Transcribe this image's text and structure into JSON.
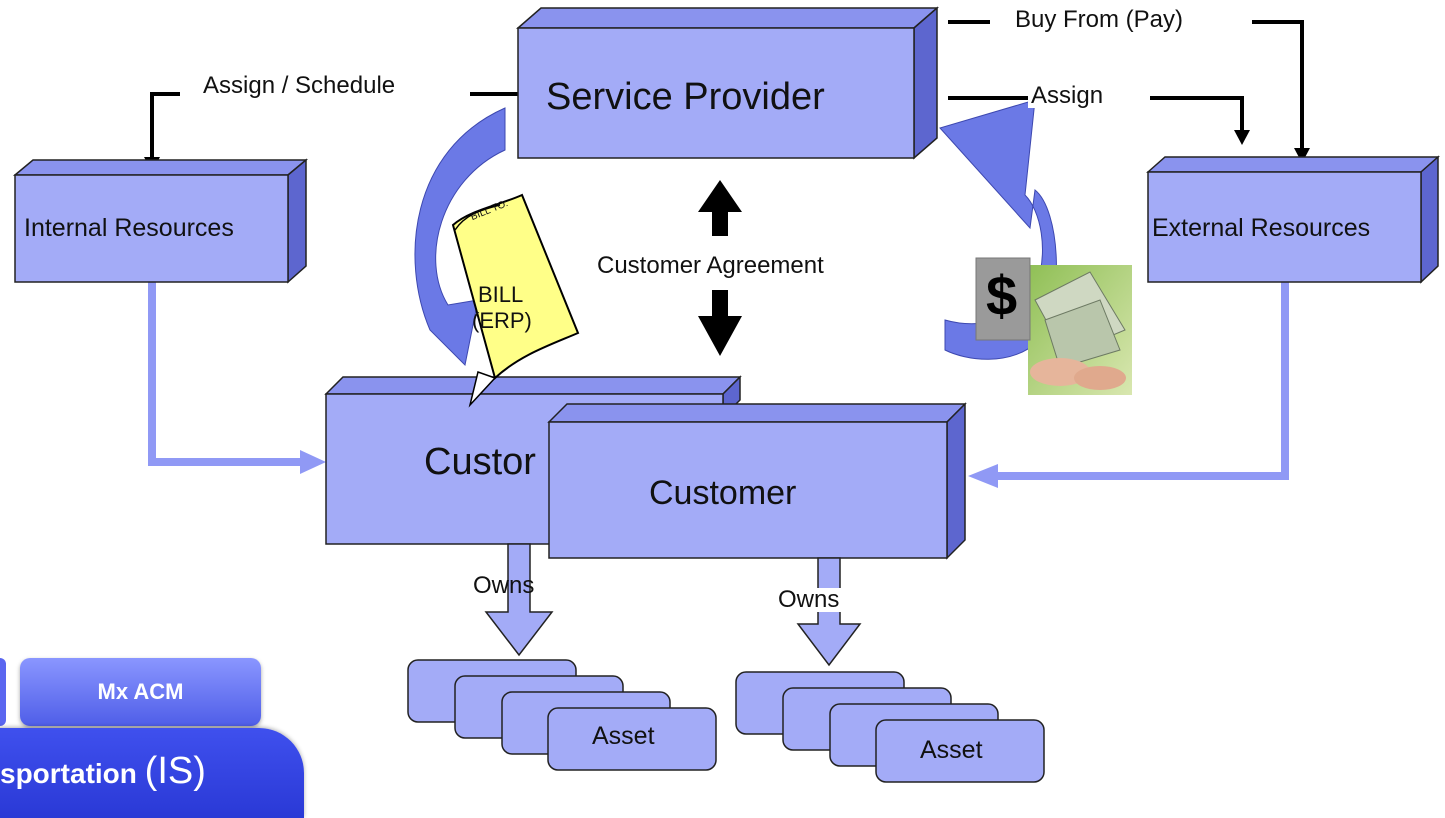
{
  "diagram": {
    "nodes": {
      "service_provider": "Service Provider",
      "internal_resources": "Internal Resources",
      "external_resources": "External Resources",
      "customer_back": "Custor",
      "customer_front": "Customer",
      "asset_left": "Asset",
      "asset_right": "Asset"
    },
    "edges": {
      "assign_schedule": "Assign / Schedule",
      "buy_from_pay": "Buy From (Pay)",
      "assign": "Assign",
      "customer_agreement": "Customer Agreement",
      "owns_left": "Owns",
      "owns_right": "Owns"
    },
    "bill": {
      "header": "BILL TO:",
      "line1": "BILL",
      "line2": "(ERP)"
    },
    "money_symbol": "$"
  },
  "tabs": {
    "mx_acm": "Mx ACM",
    "transportation_partial": "sportation",
    "transportation_suffix": "(IS)"
  },
  "colors": {
    "box_front": "#a3abf7",
    "box_side": "#5d66cf",
    "box_top": "#8a93ee",
    "flow_arrow": "#9099f5",
    "curved_arrow": "#6b79e6",
    "bill_yellow": "#ffff88",
    "tab_accent": "#2f40e0"
  },
  "icons": [
    "bill-document-icon",
    "dollar-sign-icon",
    "money-hands-icon",
    "curved-arrow-icon"
  ]
}
